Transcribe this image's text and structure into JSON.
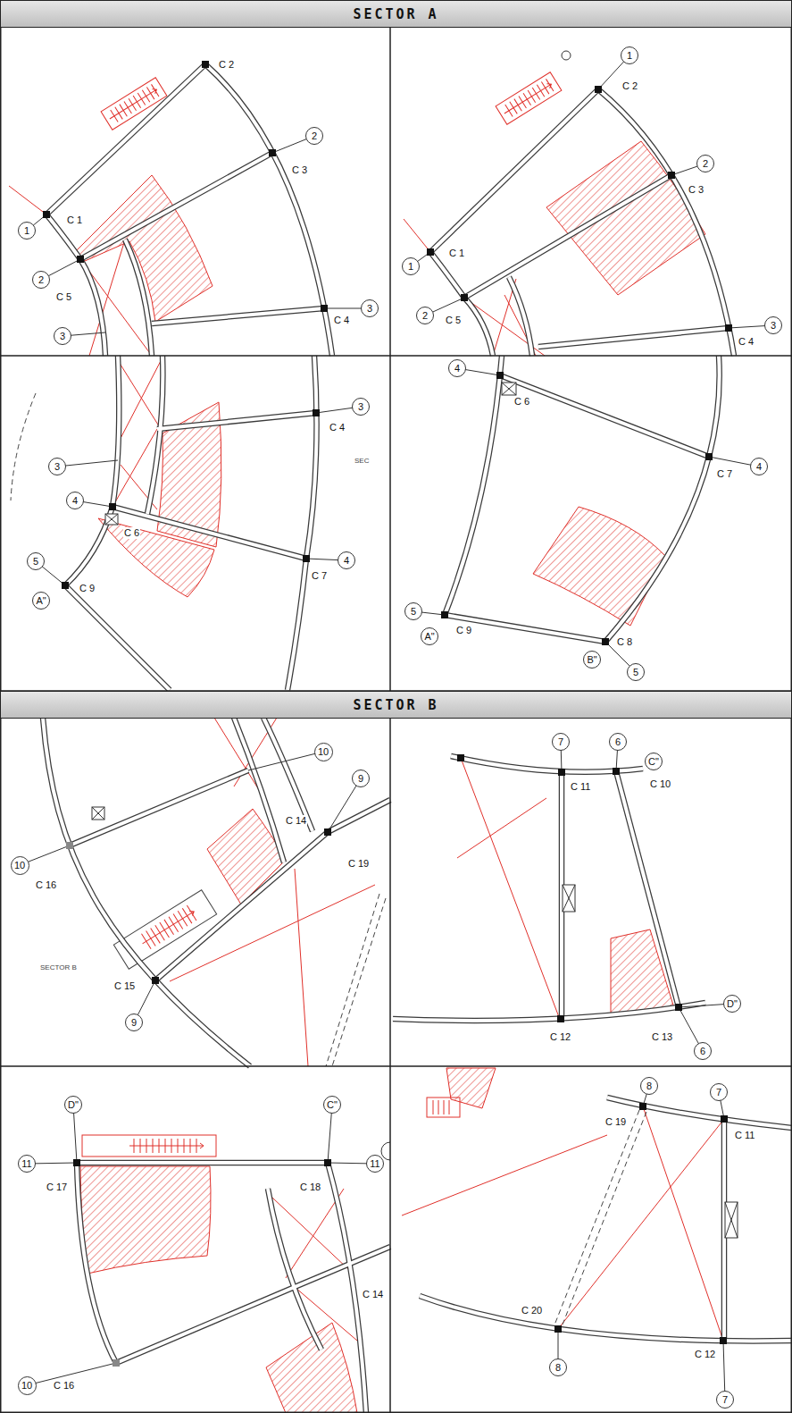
{
  "diagram": {
    "nodes": [
      {
        "text": [
          "SECTOR A"
        ]
      },
      {
        "text": [
          "2"
        ]
      },
      {
        "text": [
          "1"
        ]
      },
      {
        "text": [
          "2"
        ]
      },
      {
        "text": [
          "3"
        ]
      },
      {
        "text": [
          "3"
        ]
      },
      {
        "text": [
          "1"
        ]
      },
      {
        "text": [
          "2"
        ]
      },
      {
        "text": [
          "1"
        ]
      },
      {
        "text": [
          "2"
        ]
      },
      {
        "text": [
          "3"
        ]
      },
      {
        "text": [
          "3"
        ]
      },
      {
        "text": [
          "3"
        ]
      },
      {
        "text": [
          "4"
        ]
      },
      {
        "text": [
          "4"
        ]
      },
      {
        "text": [
          "5"
        ]
      },
      {
        "text": [
          "A\""
        ]
      },
      {
        "text": [
          "4"
        ]
      },
      {
        "text": [
          "4"
        ]
      },
      {
        "text": [
          "5"
        ]
      },
      {
        "text": [
          "A\""
        ]
      },
      {
        "text": [
          "B\""
        ]
      },
      {
        "text": [
          "5"
        ]
      },
      {
        "text": [
          "SECTOR B"
        ]
      },
      {
        "text": [
          "10"
        ]
      },
      {
        "text": [
          "9"
        ]
      },
      {
        "text": [
          "10"
        ]
      },
      {
        "text": [
          "9"
        ]
      },
      {
        "text": [
          "7"
        ]
      },
      {
        "text": [
          "6"
        ]
      },
      {
        "text": [
          "C\""
        ]
      },
      {
        "text": [
          "D\""
        ]
      },
      {
        "text": [
          "6"
        ]
      },
      {
        "text": [
          "D\""
        ]
      },
      {
        "text": [
          "C\""
        ]
      },
      {
        "text": [
          "11"
        ]
      },
      {
        "text": [
          "11"
        ]
      },
      {
        "text": [
          "10"
        ]
      },
      {
        "text": [
          "8"
        ]
      },
      {
        "text": [
          "7"
        ]
      },
      {
        "text": [
          "8"
        ]
      },
      {
        "text": [
          "7"
        ]
      }
    ],
    "labels": [
      "C 2",
      "C 3",
      "C 1",
      "C 5",
      "C 4",
      "C 2",
      "C 3",
      "C 1",
      "C 5",
      "C 4",
      "C 4",
      "SEC",
      "C 6",
      "C 7",
      "C 9",
      "C 6",
      "C 7",
      "C 9",
      "C 8",
      "C 14",
      "C 19",
      "C 16",
      "SECTOR B",
      "C 15",
      "C 11",
      "C 10",
      "C 12",
      "C 13",
      "C 17",
      "C 18",
      "C 14",
      "C 16",
      "C 19",
      "C 11",
      "C 20",
      "C 12"
    ]
  }
}
